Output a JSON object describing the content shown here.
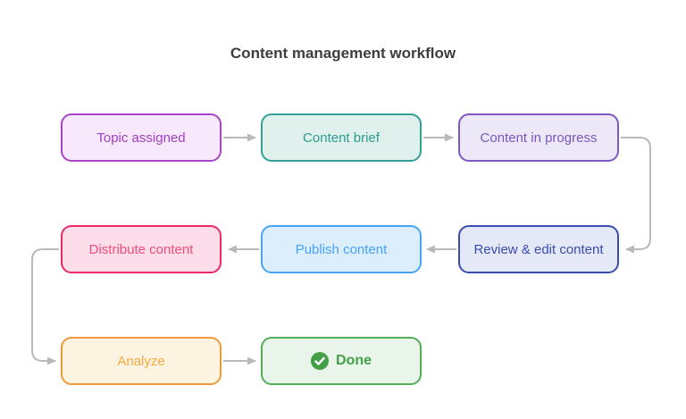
{
  "title": "Content management workflow",
  "theme": {
    "background": "#ffffff",
    "title_color": "#3d3d3d",
    "connector_color": "#b9b9b9"
  },
  "nodes": [
    {
      "id": "topic-assigned",
      "label": "Topic assigned",
      "border_color": "#a844c9",
      "fill_color": "#f7e9fb",
      "text_color": "#a23dc6"
    },
    {
      "id": "content-brief",
      "label": "Content brief",
      "border_color": "#33a095",
      "fill_color": "#e0f0ed",
      "text_color": "#2a9d8f"
    },
    {
      "id": "content-in-progress",
      "label": "Content in progress",
      "border_color": "#7e57c2",
      "fill_color": "#ede8f8",
      "text_color": "#7955c4"
    },
    {
      "id": "review-edit-content",
      "label": "Review & edit content",
      "border_color": "#3b4db1",
      "fill_color": "#e4e8f7",
      "text_color": "#3a4cae"
    },
    {
      "id": "publish-content",
      "label": "Publish content",
      "border_color": "#47a4f5",
      "fill_color": "#dcedfb",
      "text_color": "#45a3f8"
    },
    {
      "id": "distribute-content",
      "label": "Distribute content",
      "border_color": "#ec2a64",
      "fill_color": "#fcdde9",
      "text_color": "#f04d79"
    },
    {
      "id": "analyze",
      "label": "Analyze",
      "border_color": "#f2993c",
      "fill_color": "#fdf3e1",
      "text_color": "#f5a83e"
    },
    {
      "id": "done",
      "label": "Done",
      "border_color": "#54ae59",
      "fill_color": "#e9f5ea",
      "text_color": "#43a047",
      "icon": "check-circle-icon",
      "icon_color": "#43a047"
    }
  ],
  "connectors": [
    {
      "from": "topic-assigned",
      "to": "content-brief"
    },
    {
      "from": "content-brief",
      "to": "content-in-progress"
    },
    {
      "from": "content-in-progress",
      "to": "review-edit-content"
    },
    {
      "from": "review-edit-content",
      "to": "publish-content"
    },
    {
      "from": "publish-content",
      "to": "distribute-content"
    },
    {
      "from": "distribute-content",
      "to": "analyze"
    },
    {
      "from": "analyze",
      "to": "done"
    }
  ]
}
